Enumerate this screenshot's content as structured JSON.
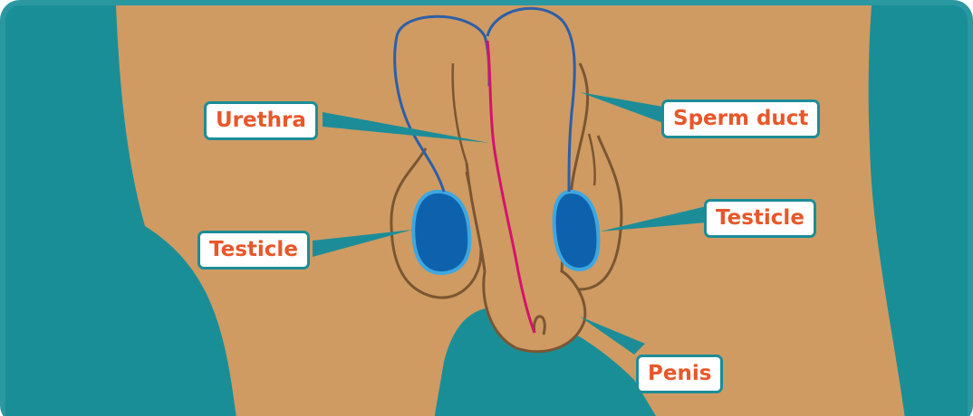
{
  "diagram": {
    "labels": {
      "urethra": "Urethra",
      "sperm_duct": "Sperm duct",
      "testicle_left": "Testicle",
      "testicle_right": "Testicle",
      "penis": "Penis"
    }
  },
  "colors": {
    "frame": "#2a98a1",
    "teal_background": "#1a8e97",
    "skin": "#cf9b62",
    "outline": "#7a5633",
    "sperm_duct": "#2d5fa8",
    "urethra": "#d4136c",
    "testicle_fill": "#0e62ad",
    "testicle_rim": "#3da7e0",
    "label_border": "#1c8d98",
    "label_text": "#e8572a"
  }
}
